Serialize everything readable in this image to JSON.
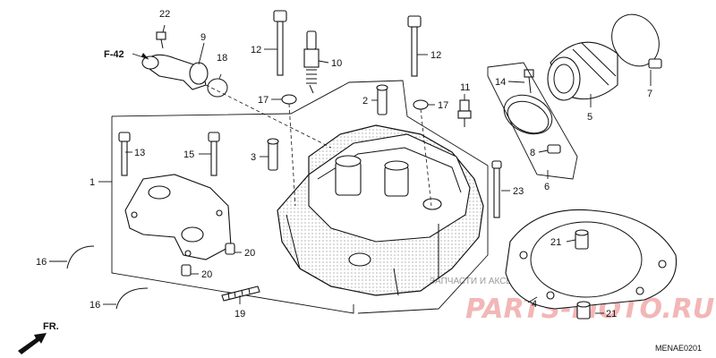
{
  "diagram": {
    "code": "MENAE0201",
    "ref_label": "F-42",
    "front_label": "FR.",
    "watermark_text": "ЗАПЧАСТИ И АКСЕССУАРЫ ДЛЯ МОТОТЕХНИКИ",
    "watermark_logo": "PARTS-MOTO.RU",
    "callouts": [
      "1",
      "2",
      "3",
      "4",
      "5",
      "6",
      "7",
      "8",
      "9",
      "10",
      "11",
      "12",
      "12",
      "13",
      "14",
      "15",
      "16",
      "16",
      "17",
      "17",
      "18",
      "19",
      "20",
      "20",
      "21",
      "21",
      "22",
      "23"
    ]
  }
}
